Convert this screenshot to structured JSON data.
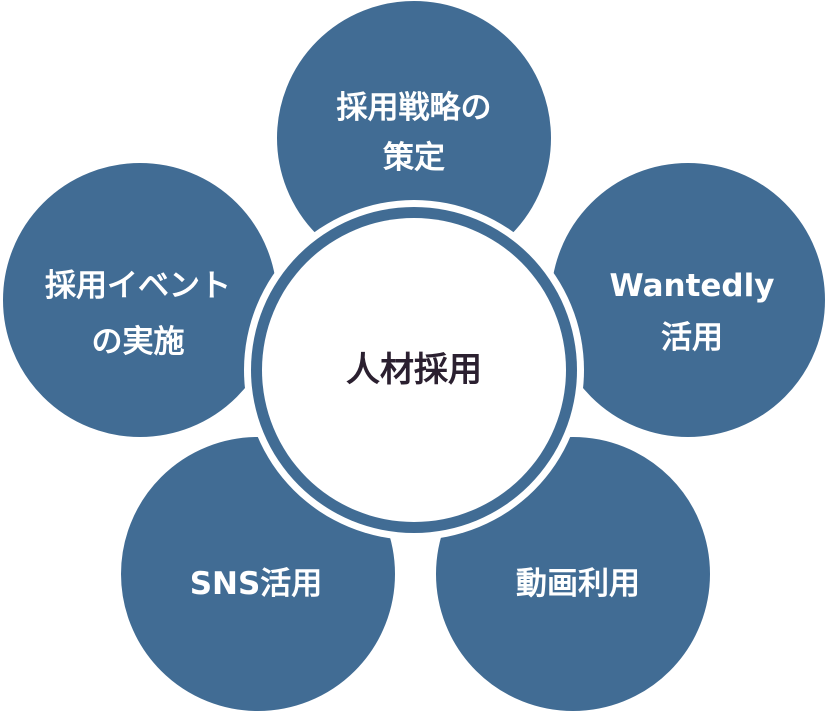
{
  "colors": {
    "accent": "#416c94",
    "center_text": "#2b2030"
  },
  "center": {
    "label": "人材採用"
  },
  "nodes": [
    {
      "line1": "採用戦略の",
      "line2": "策定"
    },
    {
      "line1": "Wantedly",
      "line2": "活用"
    },
    {
      "line1": "動画利用",
      "line2": ""
    },
    {
      "line1": "SNS活用",
      "line2": ""
    },
    {
      "line1": "採用イベント",
      "line2": "の実施"
    }
  ]
}
